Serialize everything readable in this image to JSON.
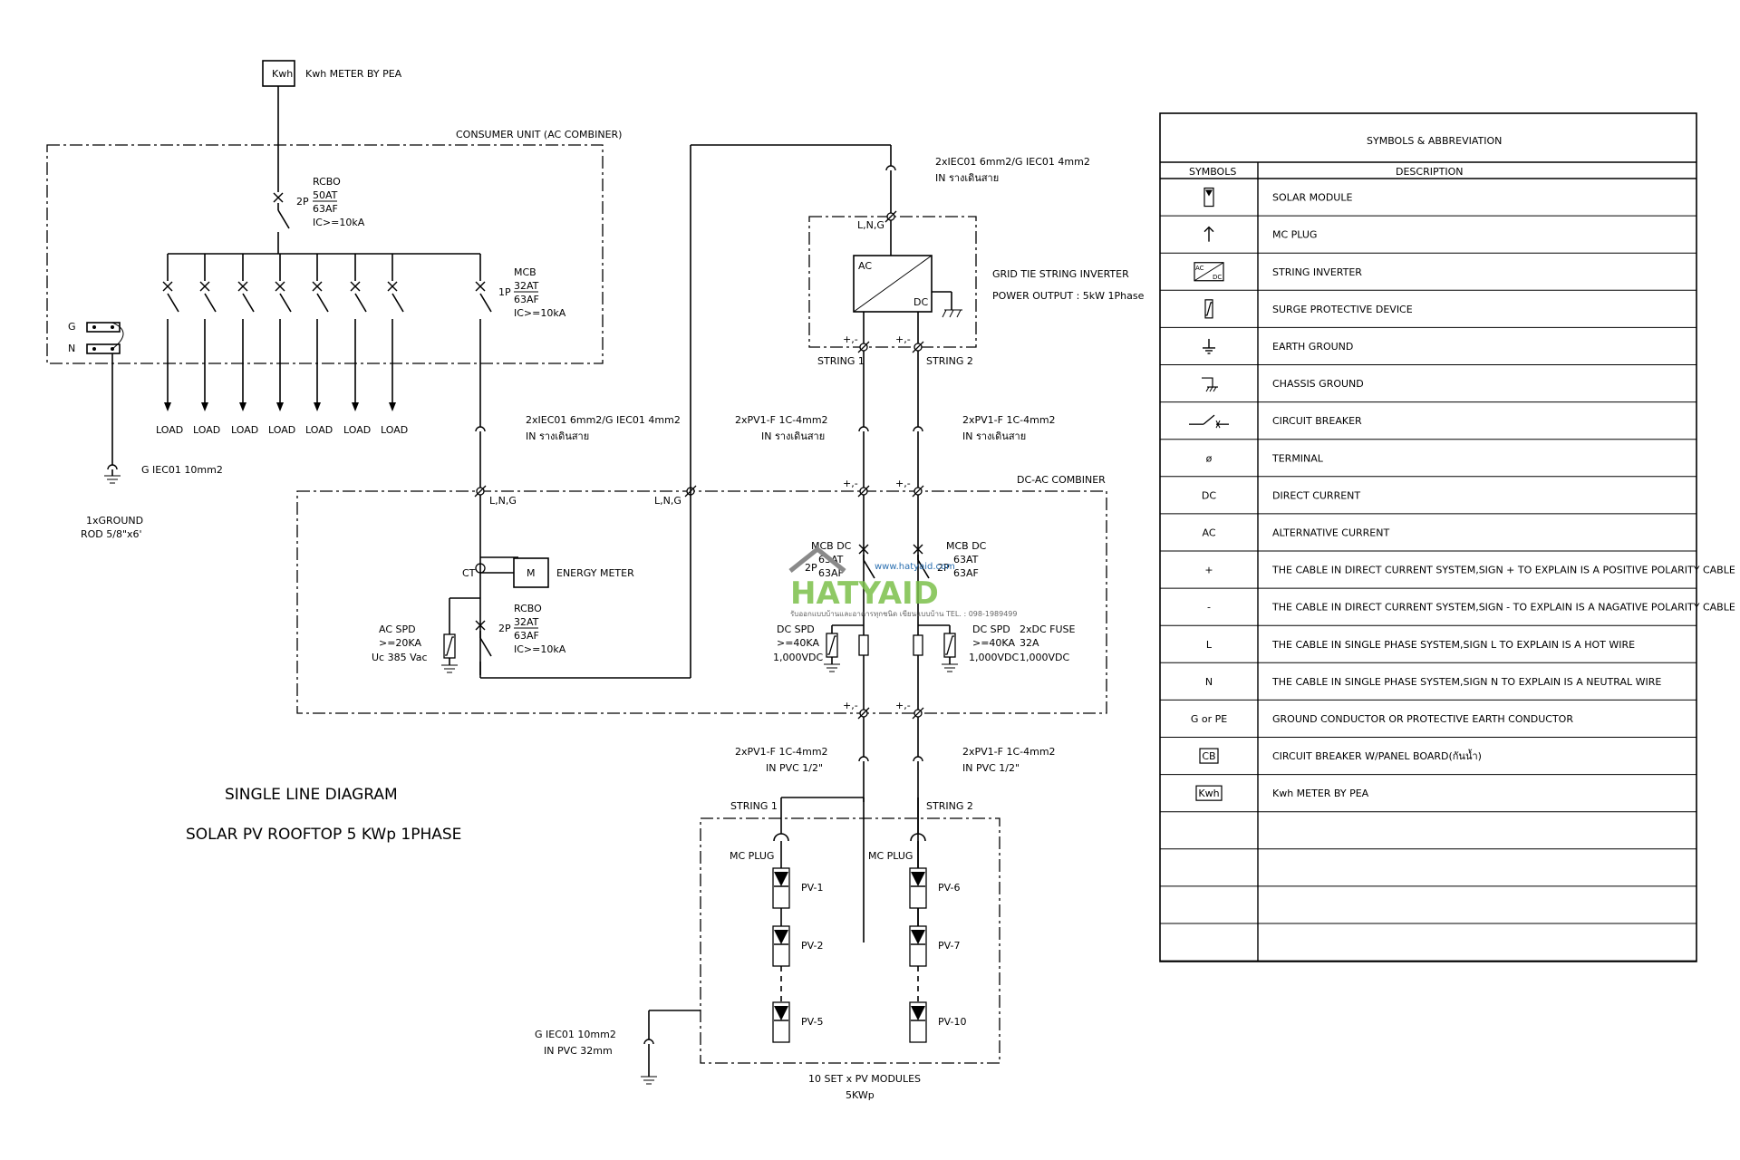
{
  "meter": {
    "box_label": "Kwh",
    "caption": "Kwh METER BY PEA"
  },
  "consumer_unit": {
    "title": "CONSUMER UNIT (AC COMBINER)",
    "rcbo": {
      "poles": "2P",
      "l1": "RCBO",
      "l2": "50AT",
      "l3": "63AF",
      "l4": "IC>=10kA"
    },
    "mcb": {
      "poles": "1P",
      "l1": "MCB",
      "l2": "32AT",
      "l3": "63AF",
      "l4": "IC>=10kA"
    },
    "loads": [
      "LOAD",
      "LOAD",
      "LOAD",
      "LOAD",
      "LOAD",
      "LOAD",
      "LOAD"
    ],
    "g_label": "G",
    "n_label": "N"
  },
  "ground": {
    "cable": "G IEC01 10mm2",
    "rod1": "1xGROUND",
    "rod2": "ROD 5/8\"x6'"
  },
  "ac_cable_1": {
    "l1": "2xIEC01 6mm2/G IEC01 4mm2",
    "l2": "IN รางเดินสาย"
  },
  "ac_cable_2": {
    "l1": "2xIEC01 6mm2/G IEC01 4mm2",
    "l2": "IN รางเดินสาย"
  },
  "inverter": {
    "lng": "L,N,G",
    "ac": "AC",
    "dc": "DC",
    "title": "GRID TIE STRING INVERTER",
    "power": "POWER OUTPUT : 5kW 1Phase",
    "pm1": "+,-",
    "pm2": "+,-",
    "string1": "STRING 1",
    "string2": "STRING 2"
  },
  "dc_cable_1": {
    "l1": "2xPV1-F 1C-4mm2",
    "l2": "IN รางเดินสาย"
  },
  "dc_cable_2": {
    "l1": "2xPV1-F 1C-4mm2",
    "l2": "IN รางเดินสาย"
  },
  "combiner": {
    "title": "DC-AC COMBINER",
    "lng1": "L,N,G",
    "lng2": "L,N,G",
    "pm_top1": "+,-",
    "pm_top2": "+,-",
    "pm_bot1": "+,-",
    "pm_bot2": "+,-",
    "ct": "CT",
    "m": "M",
    "energy_meter": "ENERGY METER",
    "ac_spd": {
      "l1": "AC SPD",
      "l2": ">=20KA",
      "l3": "Uc 385 Vac"
    },
    "rcbo": {
      "poles": "2P",
      "l1": "RCBO",
      "l2": "32AT",
      "l3": "63AF",
      "l4": "IC>=10kA"
    },
    "mcb_dc_left": {
      "poles": "2P",
      "l1": "MCB DC",
      "l2": "63AT",
      "l3": "63AF"
    },
    "mcb_dc_right": {
      "poles": "2P",
      "l1": "MCB DC",
      "l2": "63AT",
      "l3": "63AF"
    },
    "dc_spd_left": {
      "l1": "DC SPD",
      "l2": ">=40KA",
      "l3": "1,000VDC"
    },
    "dc_spd_right": {
      "l1": "DC SPD",
      "l2": ">=40KA",
      "l3": "1,000VDC"
    },
    "fuse": {
      "l1": "2xDC FUSE",
      "l2": "32A",
      "l3": "1,000VDC"
    }
  },
  "dc_cable_3": {
    "l1": "2xPV1-F 1C-4mm2",
    "l2": "IN PVC 1/2\""
  },
  "dc_cable_4": {
    "l1": "2xPV1-F 1C-4mm2",
    "l2": "IN PVC 1/2\""
  },
  "pv_array": {
    "string1": "STRING 1",
    "string2": "STRING 2",
    "mc_plug1": "MC PLUG",
    "mc_plug2": "MC PLUG",
    "left_modules": [
      "PV-1",
      "PV-2",
      "PV-5"
    ],
    "right_modules": [
      "PV-6",
      "PV-7",
      "PV-10"
    ],
    "caption1": "10 SET x PV MODULES",
    "caption2": "5KWp",
    "ground1": "G IEC01 10mm2",
    "ground2": "IN PVC 32mm"
  },
  "diagram_title": {
    "line1": "SINGLE LINE DIAGRAM",
    "line2": "SOLAR PV ROOFTOP 5 KWp 1PHASE"
  },
  "watermark": {
    "url": "www.hatyaid.com",
    "brand": "HATYAID",
    "tagline": "รับออกแบบบ้านและอาคารทุกชนิด เขียนแบบบ้าน TEL. : 098-1989499"
  },
  "legend": {
    "title": "SYMBOLS & ABBREVIATION",
    "col_symbols": "SYMBOLS",
    "col_description": "DESCRIPTION",
    "rows": [
      {
        "symbol_text": "",
        "icon": "solar-module-icon",
        "description": "SOLAR MODULE"
      },
      {
        "symbol_text": "",
        "icon": "mc-plug-icon",
        "description": "MC PLUG"
      },
      {
        "symbol_text": "",
        "icon": "string-inverter-icon",
        "description": "STRING INVERTER"
      },
      {
        "symbol_text": "",
        "icon": "surge-protective-device-icon",
        "description": "SURGE PROTECTIVE DEVICE"
      },
      {
        "symbol_text": "",
        "icon": "earth-ground-icon",
        "description": "EARTH GROUND"
      },
      {
        "symbol_text": "",
        "icon": "chassis-ground-icon",
        "description": "CHASSIS GROUND"
      },
      {
        "symbol_text": "",
        "icon": "circuit-breaker-icon",
        "description": "CIRCUIT BREAKER"
      },
      {
        "symbol_text": "ø",
        "icon": "terminal-icon",
        "description": "TERMINAL"
      },
      {
        "symbol_text": "DC",
        "icon": "",
        "description": "DIRECT CURRENT"
      },
      {
        "symbol_text": "AC",
        "icon": "",
        "description": "ALTERNATIVE CURRENT"
      },
      {
        "symbol_text": "+",
        "icon": "",
        "description": "THE CABLE IN DIRECT CURRENT SYSTEM,SIGN + TO EXPLAIN IS A POSITIVE POLARITY CABLE"
      },
      {
        "symbol_text": "-",
        "icon": "",
        "description": "THE CABLE IN DIRECT CURRENT SYSTEM,SIGN - TO EXPLAIN IS A NAGATIVE POLARITY CABLE"
      },
      {
        "symbol_text": "L",
        "icon": "",
        "description": "THE CABLE IN SINGLE PHASE SYSTEM,SIGN L TO EXPLAIN IS A HOT WIRE"
      },
      {
        "symbol_text": "N",
        "icon": "",
        "description": "THE CABLE IN SINGLE PHASE SYSTEM,SIGN N TO EXPLAIN IS A NEUTRAL WIRE"
      },
      {
        "symbol_text": "G or PE",
        "icon": "",
        "description": "GROUND CONDUCTOR OR PROTECTIVE EARTH CONDUCTOR"
      },
      {
        "symbol_text": "CB",
        "icon": "cb-box-icon",
        "description": "CIRCUIT BREAKER W/PANEL BOARD(กันน้ำ)"
      },
      {
        "symbol_text": "Kwh",
        "icon": "kwh-box-icon",
        "description": "Kwh METER BY PEA"
      },
      {
        "symbol_text": "",
        "icon": "",
        "description": ""
      },
      {
        "symbol_text": "",
        "icon": "",
        "description": ""
      },
      {
        "symbol_text": "",
        "icon": "",
        "description": ""
      },
      {
        "symbol_text": "",
        "icon": "",
        "description": ""
      }
    ]
  }
}
